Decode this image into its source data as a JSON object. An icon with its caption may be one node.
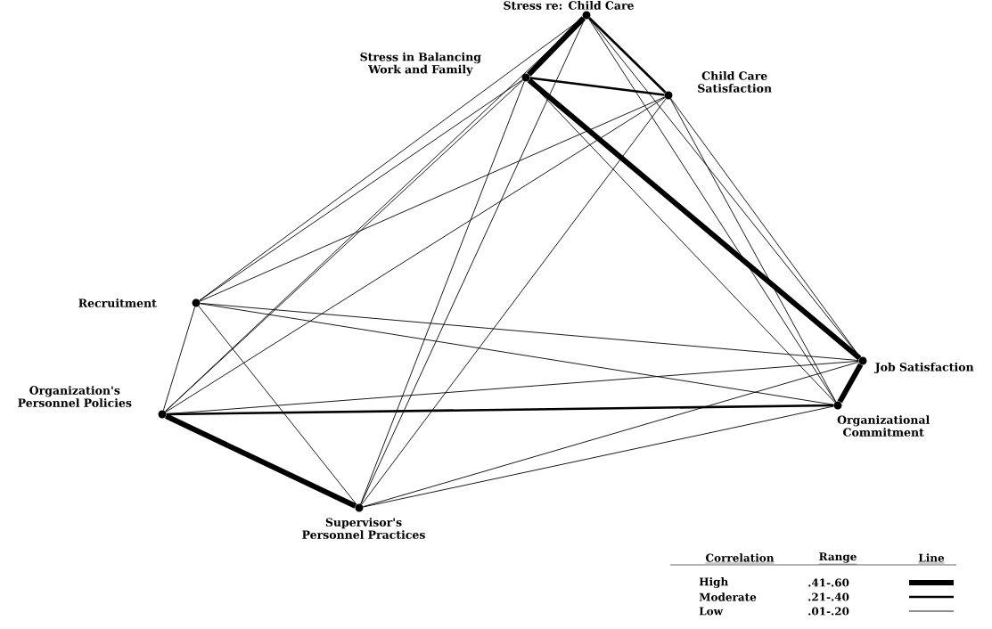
{
  "diagram": {
    "nodes": [
      {
        "text": [
          "Stress re: Child Care"
        ]
      },
      {
        "text": [
          "Stress in Balancing Work and Family"
        ]
      },
      {
        "text": [
          "Child Care Satisfaction"
        ]
      },
      {
        "text": [
          "Recruitment"
        ]
      },
      {
        "text": [
          "Job Satisfaction"
        ]
      },
      {
        "text": [
          "Organization's Personnel Policies"
        ]
      },
      {
        "text": [
          "Organizational Commitment"
        ]
      },
      {
        "text": [
          "Supervisor's Personnel Practices"
        ]
      }
    ],
    "edges": [
      {
        "from": 0,
        "to": 1,
        "arrow": "none",
        "style": "thick"
      },
      {
        "from": 0,
        "to": 2,
        "arrow": "none",
        "style": "thick"
      },
      {
        "from": 0,
        "to": 3,
        "arrow": "none"
      },
      {
        "from": 0,
        "to": 4,
        "arrow": "none"
      },
      {
        "from": 0,
        "to": 5,
        "arrow": "none"
      },
      {
        "from": 0,
        "to": 6,
        "arrow": "none"
      },
      {
        "from": 0,
        "to": 7,
        "arrow": "none"
      },
      {
        "from": 1,
        "to": 2,
        "arrow": "none",
        "style": "thick"
      },
      {
        "from": 1,
        "to": 3,
        "arrow": "none"
      },
      {
        "from": 1,
        "to": 4,
        "arrow": "none",
        "style": "thick"
      },
      {
        "from": 1,
        "to": 5,
        "arrow": "none"
      },
      {
        "from": 1,
        "to": 6,
        "arrow": "none"
      },
      {
        "from": 1,
        "to": 7,
        "arrow": "none"
      },
      {
        "from": 2,
        "to": 3,
        "arrow": "none"
      },
      {
        "from": 2,
        "to": 4,
        "arrow": "none"
      },
      {
        "from": 2,
        "to": 5,
        "arrow": "none"
      },
      {
        "from": 2,
        "to": 6,
        "arrow": "none"
      },
      {
        "from": 2,
        "to": 7,
        "arrow": "none"
      },
      {
        "from": 3,
        "to": 4,
        "arrow": "none"
      },
      {
        "from": 3,
        "to": 5,
        "arrow": "none"
      },
      {
        "from": 3,
        "to": 6,
        "arrow": "none"
      },
      {
        "from": 3,
        "to": 7,
        "arrow": "none"
      },
      {
        "from": 4,
        "to": 5,
        "arrow": "none"
      },
      {
        "from": 4,
        "to": 6,
        "arrow": "none",
        "style": "thick"
      },
      {
        "from": 4,
        "to": 7,
        "arrow": "none"
      },
      {
        "from": 5,
        "to": 6,
        "arrow": "none",
        "style": "thick"
      },
      {
        "from": 5,
        "to": 7,
        "arrow": "none",
        "style": "thick"
      },
      {
        "from": 6,
        "to": 7,
        "arrow": "none"
      }
    ],
    "labels": [
      "Correlation",
      "Range",
      "Line",
      "High",
      ".41-.60",
      "Moderate",
      ".21-.40",
      "Low",
      ".01-.20"
    ]
  }
}
